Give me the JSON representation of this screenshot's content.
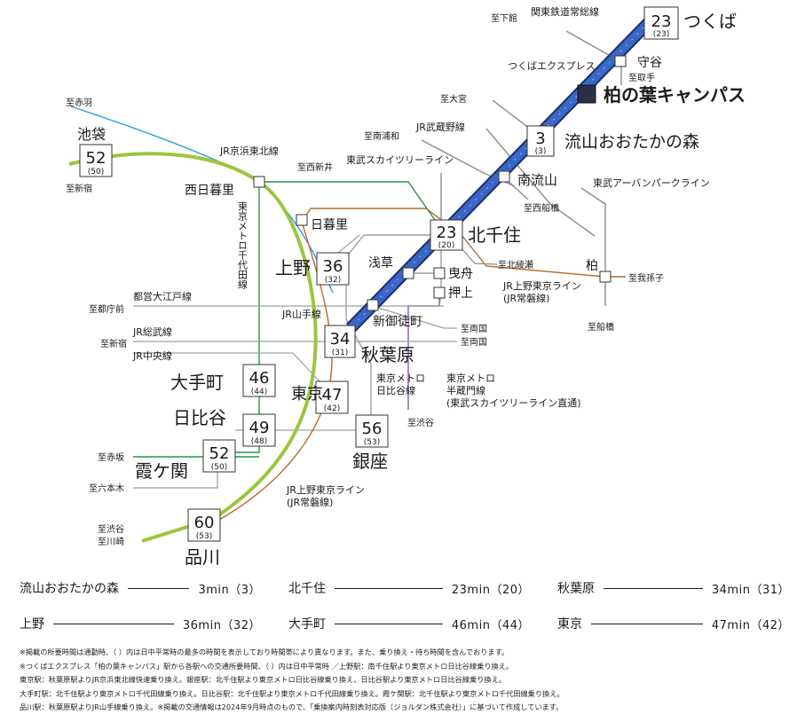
{
  "lines": {
    "tx": "つくばエクスプレス",
    "kanto_joso": "関東鉄道常総線",
    "jr_musashino": "JR武蔵野線",
    "tobu_skytree": "東武スカイツリーライン",
    "tobu_urban": "東武アーバンパークライン",
    "jr_keihin": "JR京浜東北線",
    "metro_chiyoda": "東京メトロ千代田線",
    "toei_oedo": "都営大江戸線",
    "jr_yamanote": "JR山手線",
    "jr_sobu": "JR総武線",
    "jr_chuo": "JR中央線",
    "jr_joban_a": "JR上野東京ライン",
    "jr_joban_b": "(JR常磐線)",
    "metro_hibiya_a": "東京メトロ",
    "metro_hibiya_b": "日比谷線",
    "metro_hanzomon_a": "東京メトロ",
    "metro_hanzomon_b": "半蔵門線",
    "metro_hanzomon_c": "(東武スカイツリーライン直通)"
  },
  "directions": {
    "shimodate": "至下館",
    "toride": "至取手",
    "omiya": "至大宮",
    "minami_urawa": "至南浦和",
    "nishi_arai": "至西新井",
    "akabane": "至赤羽",
    "shinjuku": "至新宿",
    "nishi_funabashi": "至西船橋",
    "kita_ayase": "至北綾瀬",
    "abiko": "至我孫子",
    "funabashi": "至船橋",
    "tochomae": "至都庁前",
    "ryogoku_1": "至両国",
    "shinjuku_2": "至新宿",
    "ryogoku_2": "至両国",
    "shibuya": "至渋谷",
    "akasaka": "至赤坂",
    "roppongi": "至六本木",
    "shibuya_2": "至渋谷",
    "kawasaki": "至川崎"
  },
  "stations": {
    "tsukuba": "つくば",
    "moriya": "守谷",
    "campus": "柏の葉キャンパス",
    "otakanomori": "流山おおたかの森",
    "minami_nagareyama": "南流山",
    "kitasenju": "北千住",
    "kashiwa": "柏",
    "nishi_nippori": "西日暮里",
    "nippori": "日暮里",
    "ueno": "上野",
    "asakusa": "浅草",
    "hikifune": "曳舟",
    "oshiage": "押上",
    "shin_okachimachi": "新御徒町",
    "akihabara": "秋葉原",
    "ikebukuro": "池袋",
    "otemachi": "大手町",
    "tokyo": "東京",
    "hibiya": "日比谷",
    "ginza": "銀座",
    "kasumigaseki": "霞ケ関",
    "shinagawa": "品川"
  },
  "boxes": {
    "tsukuba": {
      "main": "23",
      "sub": "(23)"
    },
    "otakanomori": {
      "main": "3",
      "sub": "(3)"
    },
    "kitasenju": {
      "main": "23",
      "sub": "(20)"
    },
    "ueno": {
      "main": "36",
      "sub": "(32)"
    },
    "akihabara": {
      "main": "34",
      "sub": "(31)"
    },
    "ikebukuro": {
      "main": "52",
      "sub": "(50)"
    },
    "otemachi": {
      "main": "46",
      "sub": "(44)"
    },
    "tokyo": {
      "main": "47",
      "sub": "(42)"
    },
    "hibiya": {
      "main": "49",
      "sub": "(48)"
    },
    "ginza": {
      "main": "56",
      "sub": "(53)"
    },
    "kasumigaseki": {
      "main": "52",
      "sub": "(50)"
    },
    "shinagawa": {
      "main": "60",
      "sub": "(53)"
    }
  },
  "summary": [
    {
      "station": "流山おおたかの森",
      "time": "3min（3）"
    },
    {
      "station": "北千住",
      "time": "23min（20）"
    },
    {
      "station": "秋葉原",
      "time": "34min（31）"
    },
    {
      "station": "上野",
      "time": "36min（32）"
    },
    {
      "station": "大手町",
      "time": "46min（44）"
    },
    {
      "station": "東京",
      "time": "47min（42）"
    }
  ],
  "notes": [
    "※掲載の所要時間は通勤時、（ ）内は日中平常時の最多の時間を表示しており時間帯により異なります。また、乗り換え・待ち時間を含んでおります。",
    "※つくばエクスプレス「柏の葉キャンパス」駅から各駅への交通所要時間、（ ）内は日中平常時 ／上野駅：南千住駅より東京メトロ日比谷線乗り換え。",
    "東京駅：秋葉原駅よりJR京浜東北線快速乗り換え。銀座駅：北千住駅より東京メトロ日比谷線乗り換え、日比谷駅より東京メトロ日比谷線乗り換え。",
    "大手町駅：北千住駅より東京メトロ千代田線乗り換え。日比谷駅：北千住駅より東京メトロ千代田線乗り換え。霞ケ関駅：北千住駅より東京メトロ千代田線乗り換え。",
    "品川駅：秋葉原駅よりJR山手線乗り換え。※掲載の交通情報は2024年9月時点のもので、「乗換案内時刻表対応版（ジョルダン株式会社）」に基づいて作成しています。"
  ],
  "colors": {
    "tx": "#2f56a8",
    "tx_edge": "#1c2f66",
    "yamanote": "#9bc53d",
    "keihin": "#2aa0d8",
    "chiyoda": "#1f9a4a",
    "hibiya": "#9aa0a6",
    "hanzomon": "#8a5aa8",
    "joban": "#b86b2a",
    "gray": "#8c8c8c",
    "skytree": "#c0392b",
    "tobu_green": "#2f8f5a"
  },
  "icons": {
    "campus_marker": "filled-square-marker",
    "station_marker": "white-square-node"
  }
}
